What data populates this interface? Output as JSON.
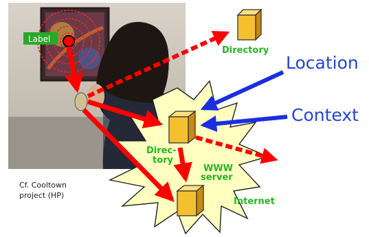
{
  "labels": {
    "label_tag": "Label",
    "directory_top": "Directory",
    "directory_mid_line1": "Direc-",
    "directory_mid_line2": "tory",
    "www_line1": "WWW",
    "www_line2": "server",
    "internet": "Internet",
    "location": "Location",
    "context": "Context",
    "caption_line1": "Cf. Cooltown",
    "caption_line2": "project (HP)"
  },
  "colors": {
    "arrow_red": "#ff0000",
    "arrow_blue": "#1a2fe0",
    "label_green": "#22b822",
    "burst_fill": "#ffffc0",
    "cube_face": "#f5c030"
  }
}
